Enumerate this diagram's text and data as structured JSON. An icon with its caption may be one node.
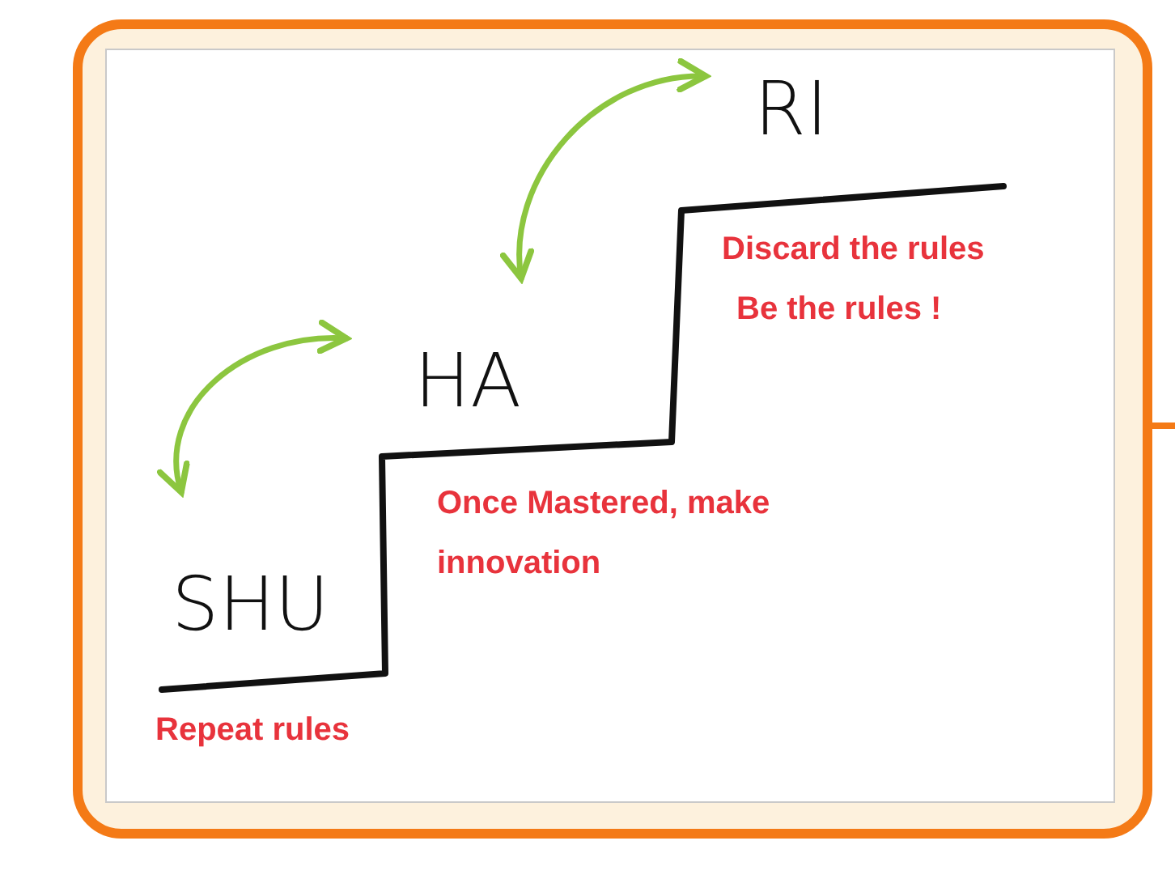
{
  "diagram": {
    "nodes": [
      {
        "text": [
          "SHU"
        ]
      },
      {
        "text": [
          "HA"
        ]
      },
      {
        "text": [
          "RI"
        ]
      }
    ],
    "edges": [
      {
        "from": 0,
        "to": 1,
        "arrow": "both"
      },
      {
        "from": 1,
        "to": 2,
        "arrow": "both"
      }
    ],
    "labels": [
      "Discard the rules",
      "Be the rules !",
      "Once Mastered, make innovation",
      "Repeat rules"
    ]
  }
}
